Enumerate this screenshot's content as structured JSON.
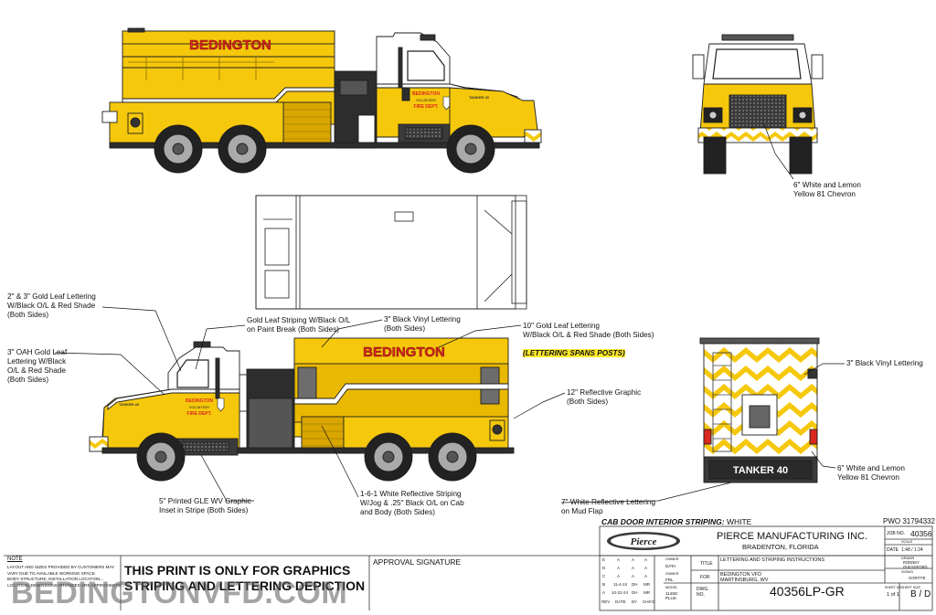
{
  "annotations": {
    "chevron_front": "6\" White and Lemon\nYellow 81 Chevron",
    "gold_23": "2\" & 3\" Gold Leaf Lettering\nW/Black O/L & Red Shade\n(Both Sides)",
    "gold_oah": "3\" OAH Gold Leaf\nLettering W/Black\nO/L & Red Shade\n(Both Sides)",
    "gold_striping": "Gold Leaf Striping W/Black O/L\non Paint Break (Both Sides)",
    "black_vinyl_side": "3\" Black Vinyl Lettering\n(Both Sides)",
    "gold_10": "10\" Gold Leaf Lettering\nW/Black O/L & Red Shade (Both Sides)",
    "spans_posts": "(LETTERING SPANS POSTS)",
    "reflective_graphic": "12\" Reflective Graphic\n(Both Sides)",
    "black_vinyl_rear": "3\" Black Vinyl Lettering",
    "chevron_rear": "6\" White and Lemon\nYellow 81 Chevron",
    "wv_graphic": "5\" Printed GLE WV Graphic\nInset in Stripe (Both Sides)",
    "reflective_striping": "1-6-1 White Reflective Striping\nW/Jog & .25\" Black O/L on Cab\nand Body (Both Sides)",
    "mud_flap": "7\" White Reflective Lettering\non Mud Flap"
  },
  "truck_text": {
    "bedington": "BEDINGTON",
    "tanker": "TANKER 40",
    "door_line1": "BEDINGTON",
    "door_line2": "VOLUNTEER",
    "door_line3": "FIRE DEPT.",
    "cab_number": "TANKER 40"
  },
  "title_block": {
    "cab_door_label": "CAB DOOR INTERIOR STRIPING:",
    "cab_door_value": "WHITE",
    "pwo": "PWO 31794332",
    "brand_logo": "Pierce",
    "company": "PIERCE MANUFACTURING INC.",
    "city": "BRADENTON,  FLORIDA",
    "job_no_label": "JOB NO.",
    "job_no": "40356",
    "date_label": "DATE",
    "scale_label": "SCALE",
    "scale": "1:48 / 1:24",
    "title_label": "TITLE",
    "title": "LETTERING AND STRIPING INSTRUCTIONS",
    "for_label": "FOR",
    "for_line1": "BEDINGTON VFD",
    "for_line2": "MARTINSBURG, WV",
    "dwg_label": "DWG.\nNO.",
    "dwg_no": "40356LP-GR",
    "drawn_label": "DRAWN",
    "drawn": "RODNEY\nGUESSFORD",
    "sign_label": "SIGN/D",
    "sign": "GORTITE",
    "model_label": "MODEL",
    "model": "114SD\nPLUS",
    "sheet_label": "SHEET NO",
    "sheet": "1 of 1",
    "size_label": "SHEET SIZE",
    "size": "B / D",
    "owner_label": "OWNER",
    "owner_value": "DATA",
    "owner_label2": "OWNER",
    "owner_value2": "FRL",
    "rev_rows": [
      [
        "E",
        "A",
        "A",
        "A"
      ],
      [
        "D",
        "A",
        "A",
        "A"
      ],
      [
        "C",
        "A",
        "A",
        "A"
      ],
      [
        "B",
        "11-4-24",
        "DH",
        "MR"
      ],
      [
        "A",
        "10-31-24",
        "DH",
        "MR"
      ]
    ],
    "rev_header": [
      "REV",
      "DATE",
      "BY",
      "CHK'D"
    ]
  },
  "footer": {
    "note_label": "NOTE",
    "note_text": "LAYOUT AND SIZES PROVIDED BY CUSTOMERS MAY\nVARY DUE TO AVAILABLE WORKING SPACE.\nBODY STRUCTURE, INSTALLATION LOCATION...\nLOCATION. DIMENSIONS PROVIDED ARE APPROXIMATE...",
    "print_line1": "THIS PRINT IS ONLY FOR GRAPHICS",
    "print_line2": "STRIPING AND LETTERING DEPICTION",
    "approval": "APPROVAL SIGNATURE",
    "watermark": "BEDINGTONVFD.COM"
  },
  "colors": {
    "body_yellow": "#f6c80c",
    "dark_yellow": "#c79a00",
    "lettering_red": "#d8281f",
    "chevron_white": "#ffffff",
    "stroke": "#1e1e1e"
  }
}
